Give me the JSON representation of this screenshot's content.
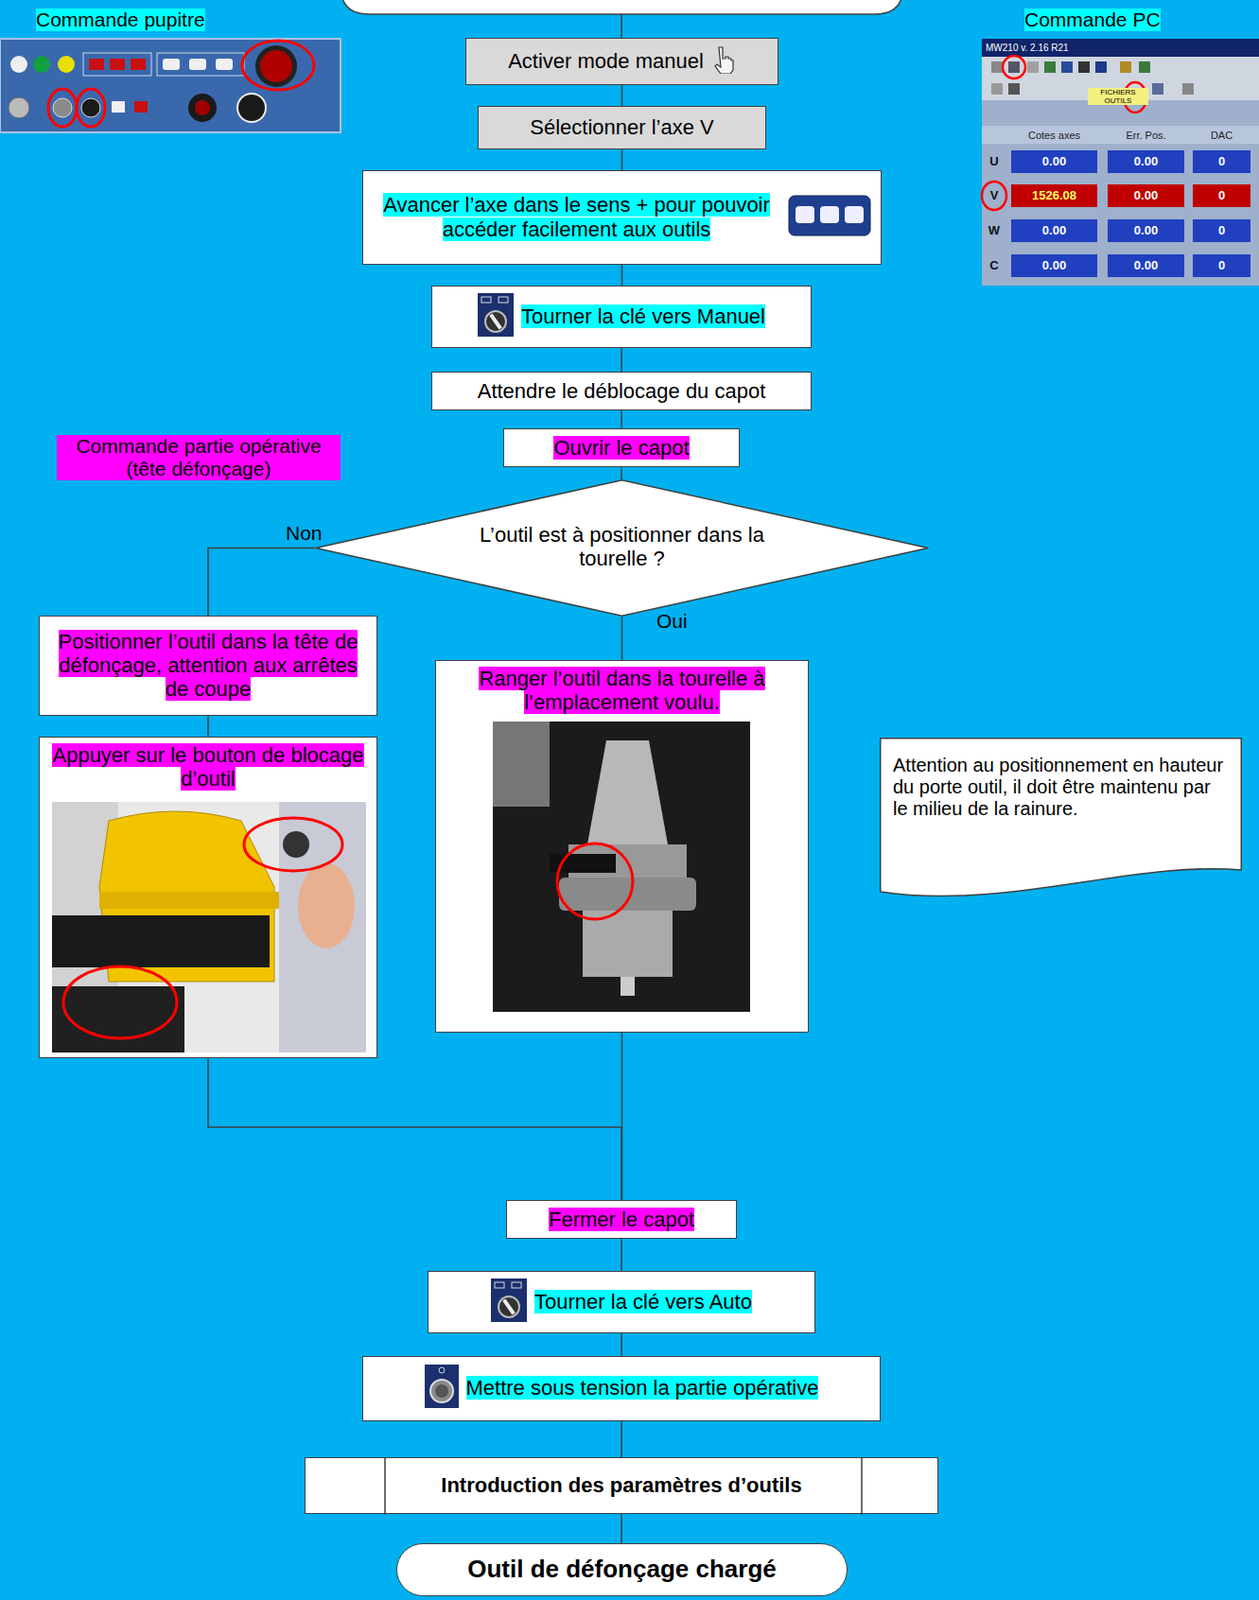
{
  "diagram": {
    "nodes": [
      {
        "text": [
          "Activer mode manuel"
        ]
      },
      {
        "text": [
          "Sélectionner l’axe V"
        ]
      },
      {
        "text": [
          "Avancer l’axe dans le sens + pour pouvoir accéder facilement aux outils"
        ]
      },
      {
        "text": [
          "Tourner la clé vers Manuel"
        ]
      },
      {
        "text": [
          "Attendre le déblocage du capot"
        ]
      },
      {
        "text": [
          "Ouvrir le capot"
        ]
      },
      {
        "text": [
          "L’outil est à positionner dans la tourelle ?"
        ]
      },
      {
        "text": [
          "Positionner l’outil dans la tête de défonçage, attention aux arrêtes de coupe"
        ]
      },
      {
        "text": [
          "Appuyer sur le bouton de blocage d’outil"
        ]
      },
      {
        "text": [
          "Ranger l’outil dans la tourelle à l’emplacement voulu."
        ]
      },
      {
        "text": [
          "Attention au positionnement en hauteur du porte outil, il doit être maintenu par le milieu de la rainure."
        ]
      },
      {
        "text": [
          "Fermer le capot"
        ]
      },
      {
        "text": [
          "Tourner la clé vers Auto"
        ]
      },
      {
        "text": [
          "Mettre sous tension la partie opérative"
        ]
      },
      {
        "text": [
          "Introduction des paramètres d’outils"
        ]
      },
      {
        "text": [
          "Outil de défonçage chargé"
        ]
      }
    ],
    "edges": [
      {
        "from": 0,
        "to": 1,
        "arrow": "none"
      },
      {
        "from": 1,
        "to": 2,
        "arrow": "none"
      },
      {
        "from": 2,
        "to": 3,
        "arrow": "none"
      },
      {
        "from": 3,
        "to": 4,
        "arrow": "none"
      },
      {
        "from": 4,
        "to": 5,
        "arrow": "none"
      },
      {
        "from": 5,
        "to": 6,
        "arrow": "none"
      },
      {
        "from": 6,
        "to": 7,
        "label": "Non",
        "arrow": "none"
      },
      {
        "from": 6,
        "to": 9,
        "label": "Oui",
        "arrow": "none"
      },
      {
        "from": 7,
        "to": 8,
        "arrow": "none"
      },
      {
        "from": 8,
        "to": 11,
        "arrow": "none"
      },
      {
        "from": 9,
        "to": 11,
        "arrow": "none"
      },
      {
        "from": 11,
        "to": 12,
        "arrow": "none"
      },
      {
        "from": 12,
        "to": 13,
        "arrow": "none"
      },
      {
        "from": 13,
        "to": 14,
        "arrow": "none"
      },
      {
        "from": 14,
        "to": 15,
        "arrow": "none"
      }
    ],
    "labels": [
      "Commande pupitre",
      "Commande PC",
      "MW210 v. 2.16 R21",
      "FICHIERS OUTILS",
      "Cotes axes",
      "Err. Pos.",
      "DAC",
      "U",
      "0.00",
      "0.00",
      "0",
      "V",
      "1526.08",
      "0.00",
      "0",
      "W",
      "0.00",
      "0.00",
      "0",
      "C",
      "0.00",
      "0.00",
      "0",
      "Commande partie opérative (tête défonçage)"
    ]
  }
}
